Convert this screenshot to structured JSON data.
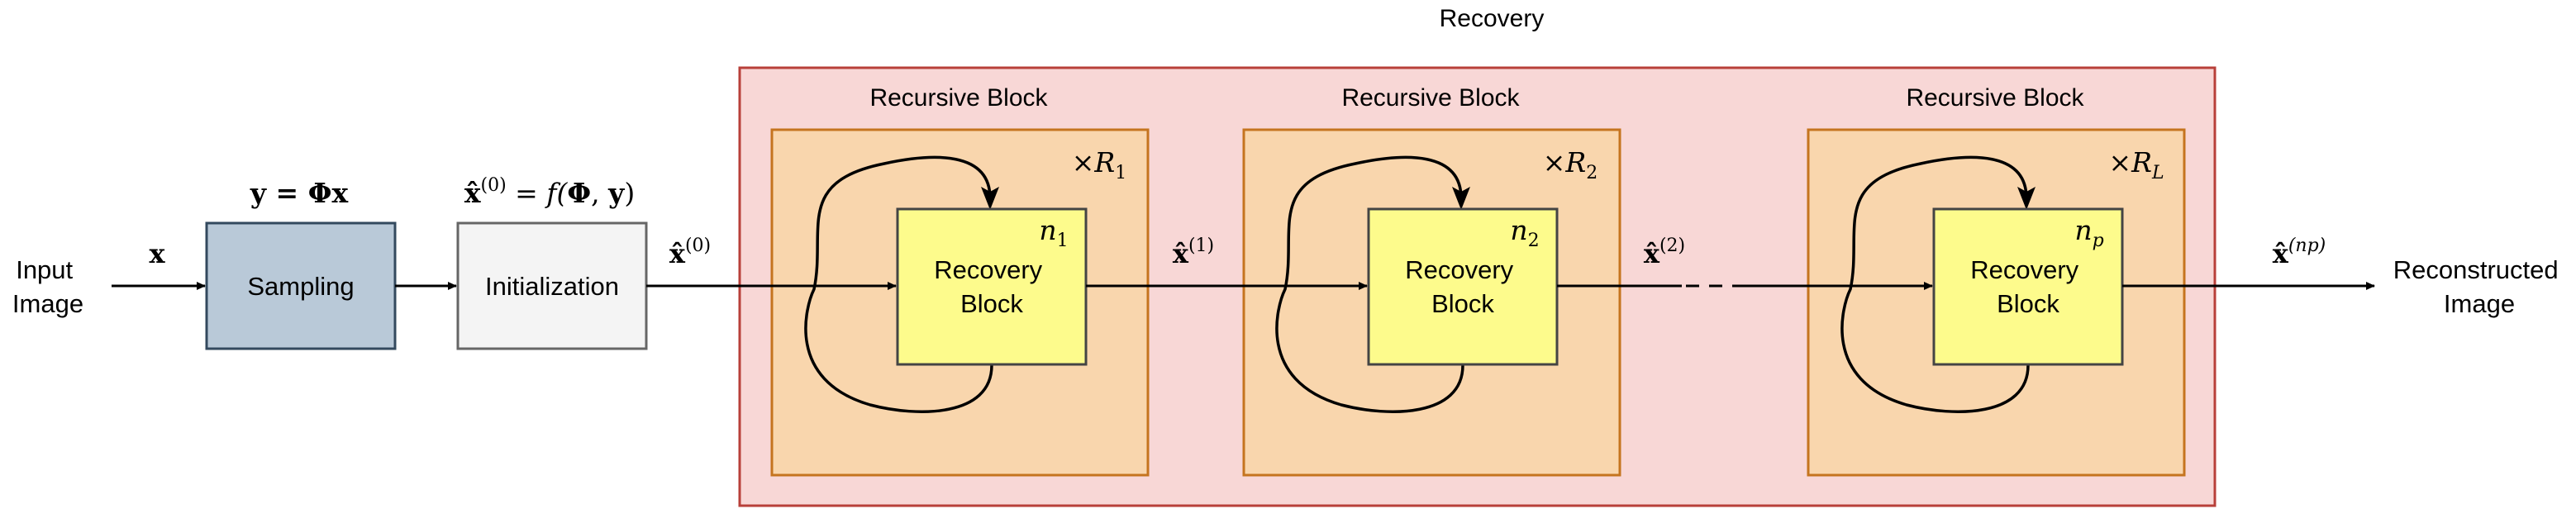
{
  "title": "Recovery",
  "input_label": [
    "Input",
    "Image"
  ],
  "output_label": [
    "Reconstructed",
    "Image"
  ],
  "signals": {
    "x": "x",
    "y_eq_prefix": "y = ",
    "y_eq_phi": "Φ",
    "y_eq_x": "x",
    "init_eq_hat_x": "x̂",
    "init_eq_sup": "(0)",
    "init_eq_rest": " = f(",
    "init_eq_phi": "Φ",
    "init_eq_comma": ", ",
    "init_eq_y": "y",
    "init_eq_close": ")",
    "x0": "x̂",
    "x0_sup": "(0)",
    "x1": "x̂",
    "x1_sup": "(1)",
    "x2": "x̂",
    "x2_sup": "(2)",
    "xnp": "x̂",
    "xnp_sup": "(np)"
  },
  "blocks": {
    "sampling": "Sampling",
    "initialization": "Initialization"
  },
  "recursive_blocks": [
    {
      "title": "Recursive Block",
      "repeat_prefix": "×",
      "repeat_var": "R",
      "repeat_sub": "1",
      "recovery_label": [
        "Recovery",
        "Block"
      ],
      "n_var": "n",
      "n_sub": "1"
    },
    {
      "title": "Recursive Block",
      "repeat_prefix": "×",
      "repeat_var": "R",
      "repeat_sub": "2",
      "recovery_label": [
        "Recovery",
        "Block"
      ],
      "n_var": "n",
      "n_sub": "2"
    },
    {
      "title": "Recursive Block",
      "repeat_prefix": "×",
      "repeat_var": "R",
      "repeat_sub": "L",
      "recovery_label": [
        "Recovery",
        "Block"
      ],
      "n_var": "n",
      "n_sub": "p"
    }
  ],
  "colors": {
    "recovery_fill": "#f8d7d6",
    "recovery_stroke": "#b8403a",
    "recursive_fill": "#f9d6ad",
    "recursive_stroke": "#c5741f",
    "recovery_block_fill": "#fdfb8c",
    "recovery_block_stroke": "#444444",
    "sampling_fill": "#b9c9d8",
    "sampling_stroke": "#33495e",
    "init_fill": "#f4f4f4",
    "init_stroke": "#666666"
  }
}
